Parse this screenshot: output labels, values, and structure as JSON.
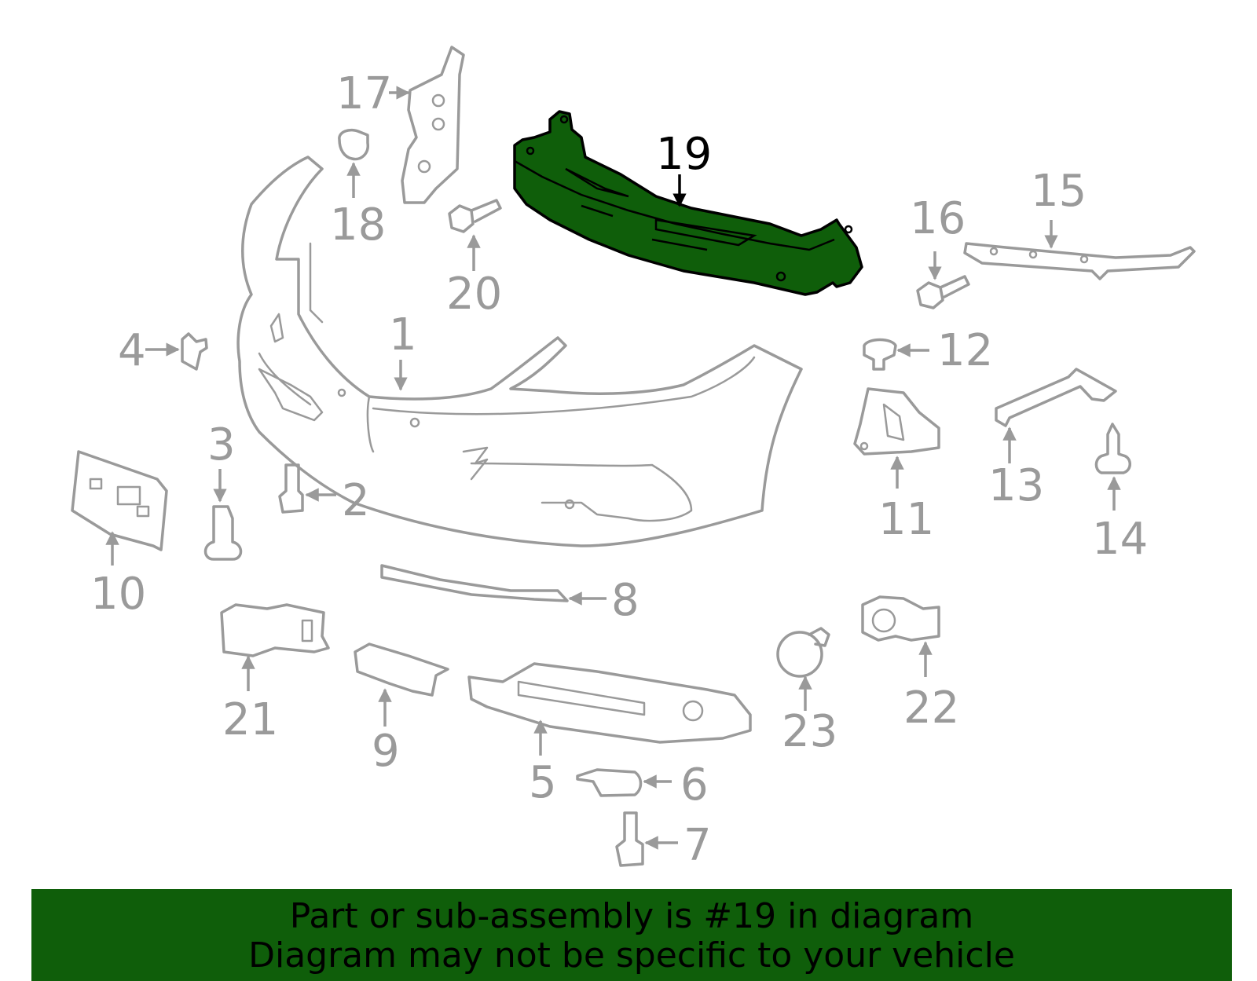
{
  "diagram": {
    "highlighted_part": "19",
    "callouts": [
      "1",
      "2",
      "3",
      "4",
      "5",
      "6",
      "7",
      "8",
      "9",
      "10",
      "11",
      "12",
      "13",
      "14",
      "15",
      "16",
      "17",
      "18",
      "19",
      "20",
      "21",
      "22",
      "23"
    ]
  },
  "banner": {
    "line1": "Part or sub-assembly is #19 in diagram",
    "line2": "Diagram may not be specific to your vehicle"
  },
  "colors": {
    "highlight": "#0f5e0a",
    "parts": "#9a9a9a",
    "highlight_label": "#000000"
  }
}
